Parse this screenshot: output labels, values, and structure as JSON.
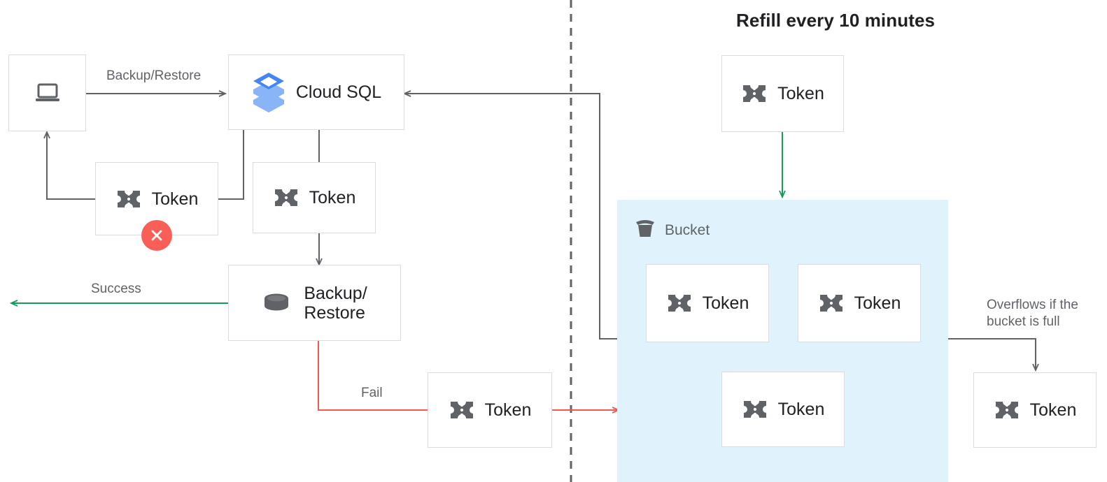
{
  "title": "Refill every 10 minutes",
  "colors": {
    "box_border": "#dadce0",
    "text_dark": "#202124",
    "text_muted": "#5f6368",
    "line_gray": "#5f6368",
    "line_green": "#0f9d58",
    "line_red": "#f4594f",
    "bucket_fill": "#e0f3fd",
    "badge_red": "#f95f57",
    "cloudsql_blue_dark": "#4285f4",
    "cloudsql_blue_mid": "#8ab4f8",
    "cloudsql_blue_light": "#aecbfa"
  },
  "nodes": {
    "client": {
      "label": "",
      "icon": "laptop-icon"
    },
    "cloudsql": {
      "label": "Cloud SQL",
      "icon": "cloud-sql-icon"
    },
    "token_failed": {
      "label": "Token",
      "icon": "token-icon",
      "badge": "error-x-badge"
    },
    "token_cloudsql": {
      "label": "Token",
      "icon": "token-icon"
    },
    "backup_restore": {
      "label": "Backup/\nRestore",
      "icon": "database-icon"
    },
    "token_fail_path": {
      "label": "Token",
      "icon": "token-icon"
    },
    "token_refill": {
      "label": "Token",
      "icon": "token-icon"
    },
    "token_bucket_1": {
      "label": "Token",
      "icon": "token-icon"
    },
    "token_bucket_2": {
      "label": "Token",
      "icon": "token-icon"
    },
    "token_bucket_3": {
      "label": "Token",
      "icon": "token-icon"
    },
    "token_overflow": {
      "label": "Token",
      "icon": "token-icon"
    }
  },
  "bucket": {
    "label": "Bucket",
    "icon": "bucket-icon"
  },
  "edges": {
    "backup_restore": "Backup/Restore",
    "success": "Success",
    "fail": "Fail",
    "overflow": "Overflows if the\nbucket is full"
  }
}
